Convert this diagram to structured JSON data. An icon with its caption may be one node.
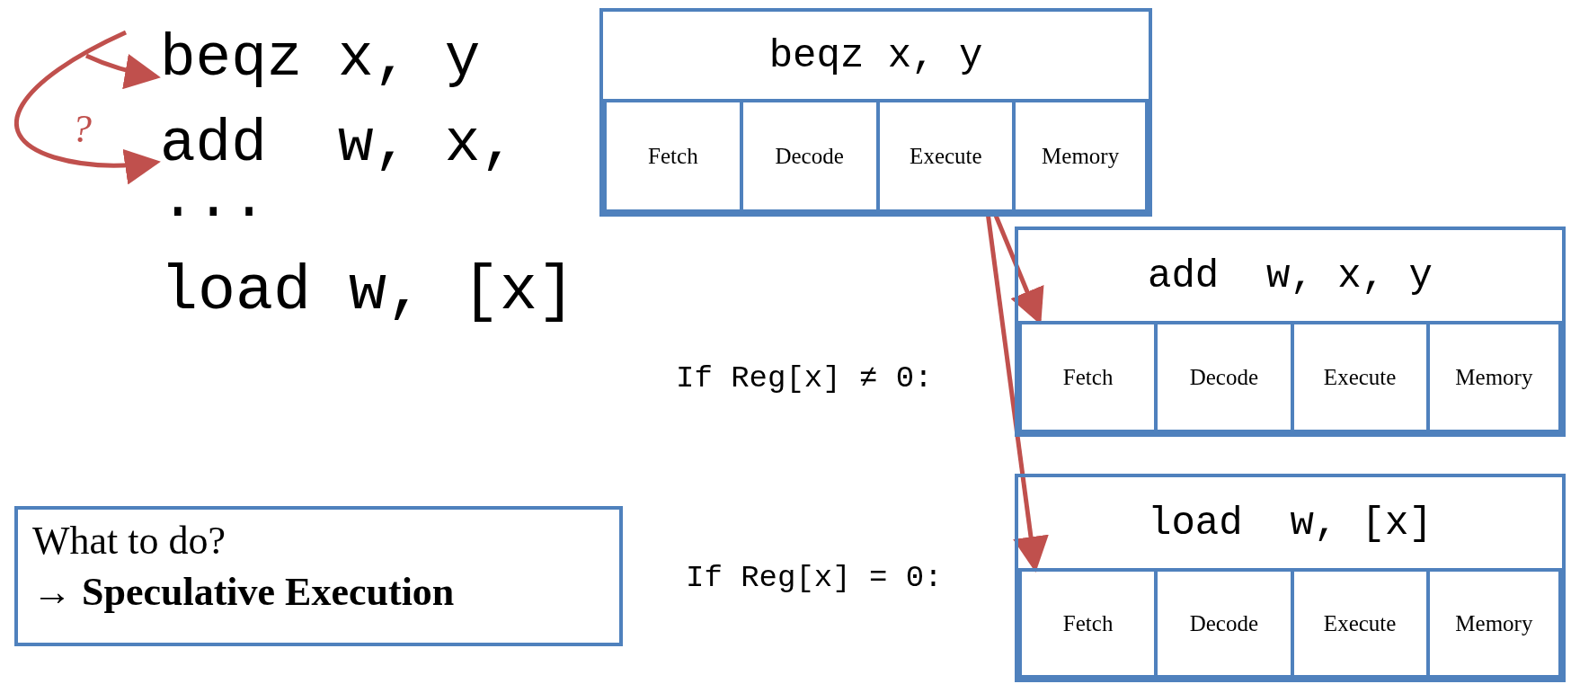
{
  "diagram": {
    "nodes": [
      {
        "text": [
          "beqz x, y"
        ]
      },
      {
        "text": [
          "add  w, x,"
        ]
      },
      {
        "text": [
          "beqz x, y"
        ]
      },
      {
        "text": [
          "Fetch"
        ],
        "in": 2
      },
      {
        "text": [
          "Decode"
        ],
        "in": 2
      },
      {
        "text": [
          "Execute"
        ],
        "in": 2
      },
      {
        "text": [
          "Memory"
        ],
        "in": 2
      },
      {
        "text": [
          "add  w, x, y"
        ]
      },
      {
        "text": [
          "Fetch"
        ],
        "in": 7
      },
      {
        "text": [
          "Decode"
        ],
        "in": 7
      },
      {
        "text": [
          "Execute"
        ],
        "in": 7
      },
      {
        "text": [
          "Memory"
        ],
        "in": 7
      },
      {
        "text": [
          "load  w, [x]"
        ]
      },
      {
        "text": [
          "Fetch"
        ],
        "in": 12
      },
      {
        "text": [
          "Decode"
        ],
        "in": 12
      },
      {
        "text": [
          "Execute"
        ],
        "in": 12
      },
      {
        "text": [
          "Memory"
        ],
        "in": 12
      },
      {
        "text": [
          "What to do?",
          "→ Speculative Execution"
        ]
      }
    ],
    "edges": [
      {
        "from": null,
        "to": 0,
        "arrow": "to"
      },
      {
        "from": null,
        "to": 1,
        "arrow": "to",
        "label": "?"
      },
      {
        "from": 5,
        "to": 8,
        "arrow": "to"
      },
      {
        "from": 5,
        "to": 13,
        "arrow": "to"
      }
    ],
    "labels": [
      "...",
      "load w, [x]",
      "If Reg[x] ≠ 0:",
      "If Reg[x] = 0:"
    ]
  }
}
